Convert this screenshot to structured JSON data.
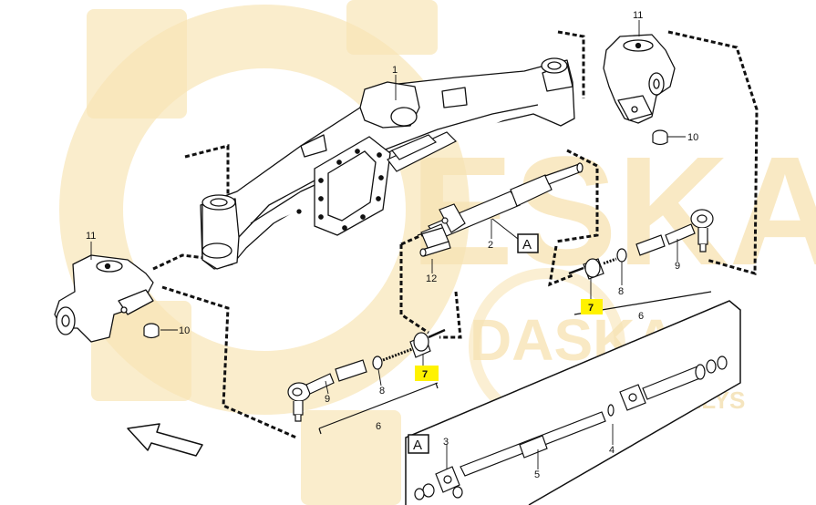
{
  "watermark": {
    "brand": "ESKA",
    "sub_brand": "DASKA",
    "sub_tag": "PALYS",
    "color": "#f6dfa8"
  },
  "callouts": {
    "axle_beam": "1",
    "steering_cylinder": "2",
    "cylinder_cover": "3",
    "cylinder_shaft": "4",
    "cylinder_piston": "5",
    "tie_rod_left": "6",
    "tie_rod_right": "6",
    "inner_joint_left": "7",
    "inner_joint_right": "7",
    "clamp_left": "8",
    "clamp_right": "8",
    "ball_joint_left": "9",
    "ball_joint_right": "9",
    "nut_left": "10",
    "nut_right": "10",
    "knuckle_left": "11",
    "knuckle_right": "11",
    "bolt": "12"
  },
  "detail_ref": {
    "marker": "A",
    "box_label": "A"
  },
  "highlight_color": "#fff200"
}
